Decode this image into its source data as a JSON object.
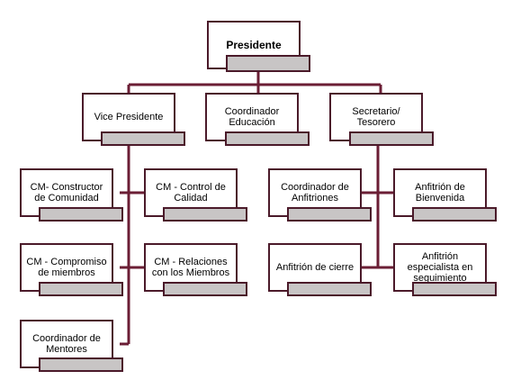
{
  "colors": {
    "line": "#6b1e35",
    "border": "#4b1a2a",
    "bar": "#c8c5c5"
  },
  "nodes": {
    "presidente": "Presidente",
    "vice_presidente": "Vice Presidente",
    "coordinador_educacion": "Coordinador Educación",
    "secretario_tesorero": "Secretario/ Tesorero",
    "cm_constructor": "CM- Constructor de Comunidad",
    "cm_control": "CM - Control de Calidad",
    "cm_compromiso": "CM - Compromiso de miembros",
    "cm_relaciones": "CM - Relaciones con los Miembros",
    "coordinador_mentores": "Coordinador de Mentores",
    "coordinador_anfitriones": "Coordinador de Anfitriones",
    "anfitrion_bienvenida": "Anfitrión de Bienvenida",
    "anfitrion_cierre": "Anfitrión de cierre",
    "anfitrion_seguimiento": "Anfitrión especialista en seguimiento"
  }
}
